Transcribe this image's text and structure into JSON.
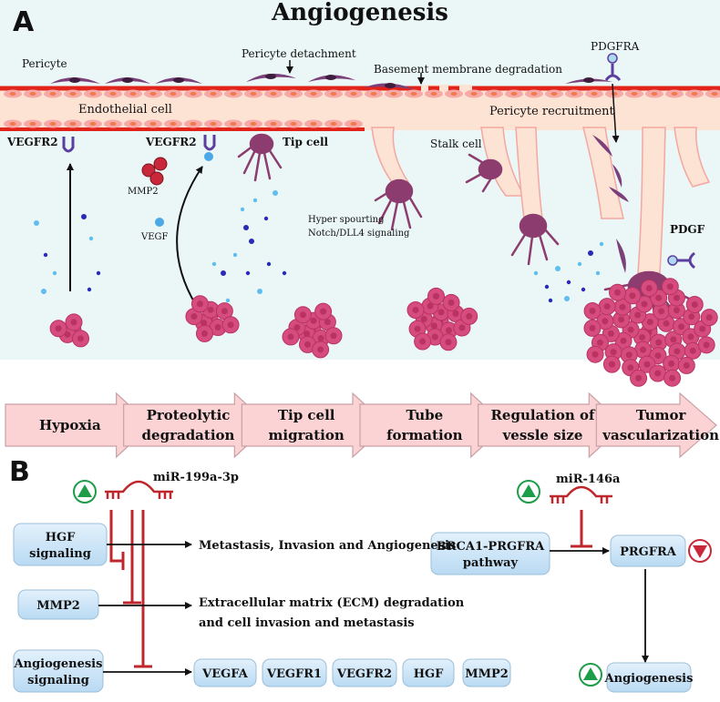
{
  "title": "Angiogenesis",
  "panel_a": "A",
  "panel_b": "B",
  "labels_a": {
    "pericyte": "Pericyte",
    "pericyte_detachment": "Pericyte detachment",
    "basement_membrane": "Basement membrane degradation",
    "pdgfra": "PDGFRA",
    "endothelial_cell": "Endothelial cell",
    "pericyte_recruitment": "Pericyte recruitment",
    "vegfr2_left": "VEGFR2",
    "vegfr2_mid": "VEGFR2",
    "tip_cell": "Tip cell",
    "stalk_cell": "Stalk cell",
    "mmp2": "MMP2",
    "vegf": "VEGF",
    "hyper_sprouting_1": "Hyper spourting",
    "hyper_sprouting_2": "Notch/DLL4 signaling",
    "pdgf": "PDGF"
  },
  "stages": [
    [
      "Hypoxia"
    ],
    [
      "Proteolytic",
      "degradation"
    ],
    [
      "Tip cell",
      "migration"
    ],
    [
      "Tube",
      "formation"
    ],
    [
      "Regulation of",
      "vessle size"
    ],
    [
      "Tumor",
      "vascularization"
    ]
  ],
  "panel_b_data": {
    "mirna_left": "miR-199a-3p",
    "mirna_right": "miR-146a",
    "box_hgf": [
      "HGF",
      "signaling"
    ],
    "box_mmp2": [
      "MMP2"
    ],
    "box_angio": [
      "Angiogenesis",
      "signaling"
    ],
    "box_brca": [
      "BRCA1-PRGFRA",
      "pathway"
    ],
    "box_prgfra": [
      "PRGFRA"
    ],
    "box_angio_out": [
      "Angiogenesis"
    ],
    "text_metastasis": "Metastasis, Invasion and Angiogenesis",
    "text_ecm_1": "Extracellular matrix (ECM) degradation",
    "text_ecm_2": "and cell  invasion and metastasis",
    "targets": [
      "VEGFA",
      "VEGFR1",
      "VEGFR2",
      "HGF",
      "MMP2"
    ]
  },
  "colors": {
    "vessel_red": "#e2231a",
    "endothelium": "#fde3d4",
    "endothelial_cell": "#f6a9a6",
    "pericyte": "#7b3f7a",
    "tumor": "#d64c7e",
    "arrow_fill": "#fbd3d5",
    "inhibit_red": "#c0272d",
    "box_blue": "#cfe6f8",
    "up_green": "#1e9d48",
    "down_red": "#c8283a",
    "sky": "#eaf7f6"
  }
}
